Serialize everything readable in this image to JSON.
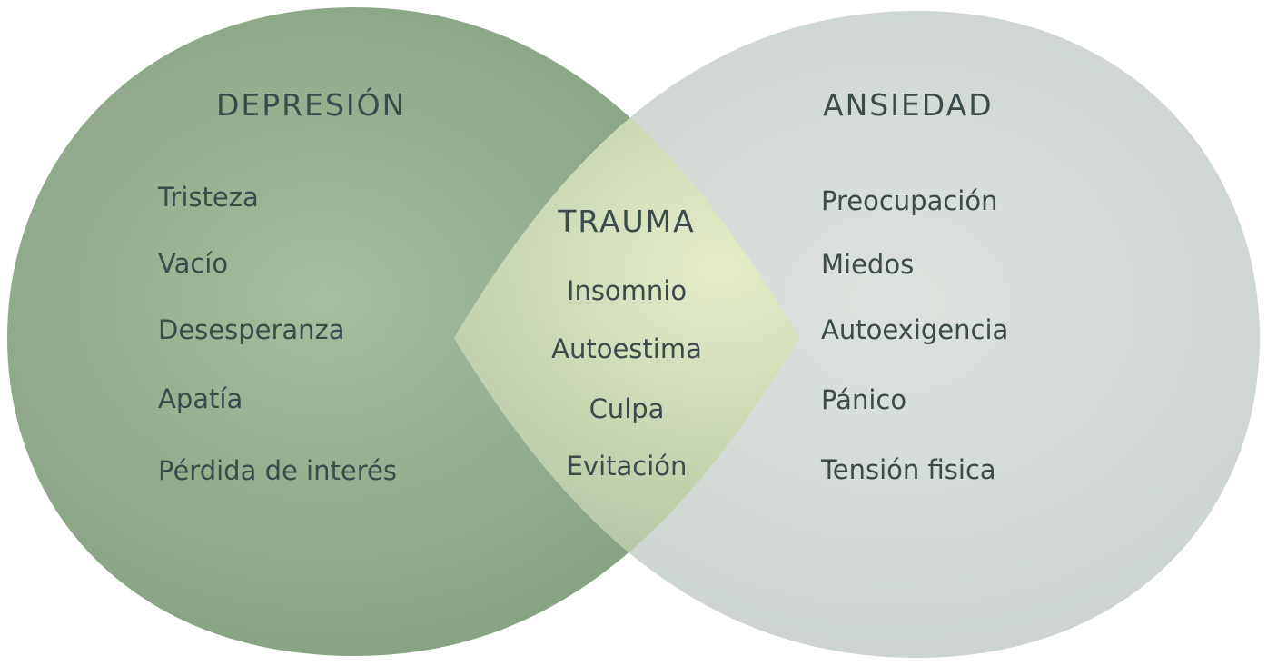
{
  "diagram": {
    "type": "venn",
    "colors": {
      "left": "#8fab8a",
      "right": "#d3d9d5",
      "overlap_glow": "#e4ebc8",
      "text": "#3b4a4b"
    },
    "left": {
      "title": "DEPRESIÓN",
      "items": [
        "Tristeza",
        "Vacío",
        "Desesperanza",
        "Apatía",
        "Pérdida de interés"
      ]
    },
    "center": {
      "title": "TRAUMA",
      "items": [
        "Insomnio",
        "Autoestima",
        "Culpa",
        "Evitación"
      ]
    },
    "right": {
      "title": "ANSIEDAD",
      "items": [
        "Preocupación",
        "Miedos",
        "Autoexigencia",
        "Pánico",
        "Tensión fisica"
      ]
    }
  }
}
